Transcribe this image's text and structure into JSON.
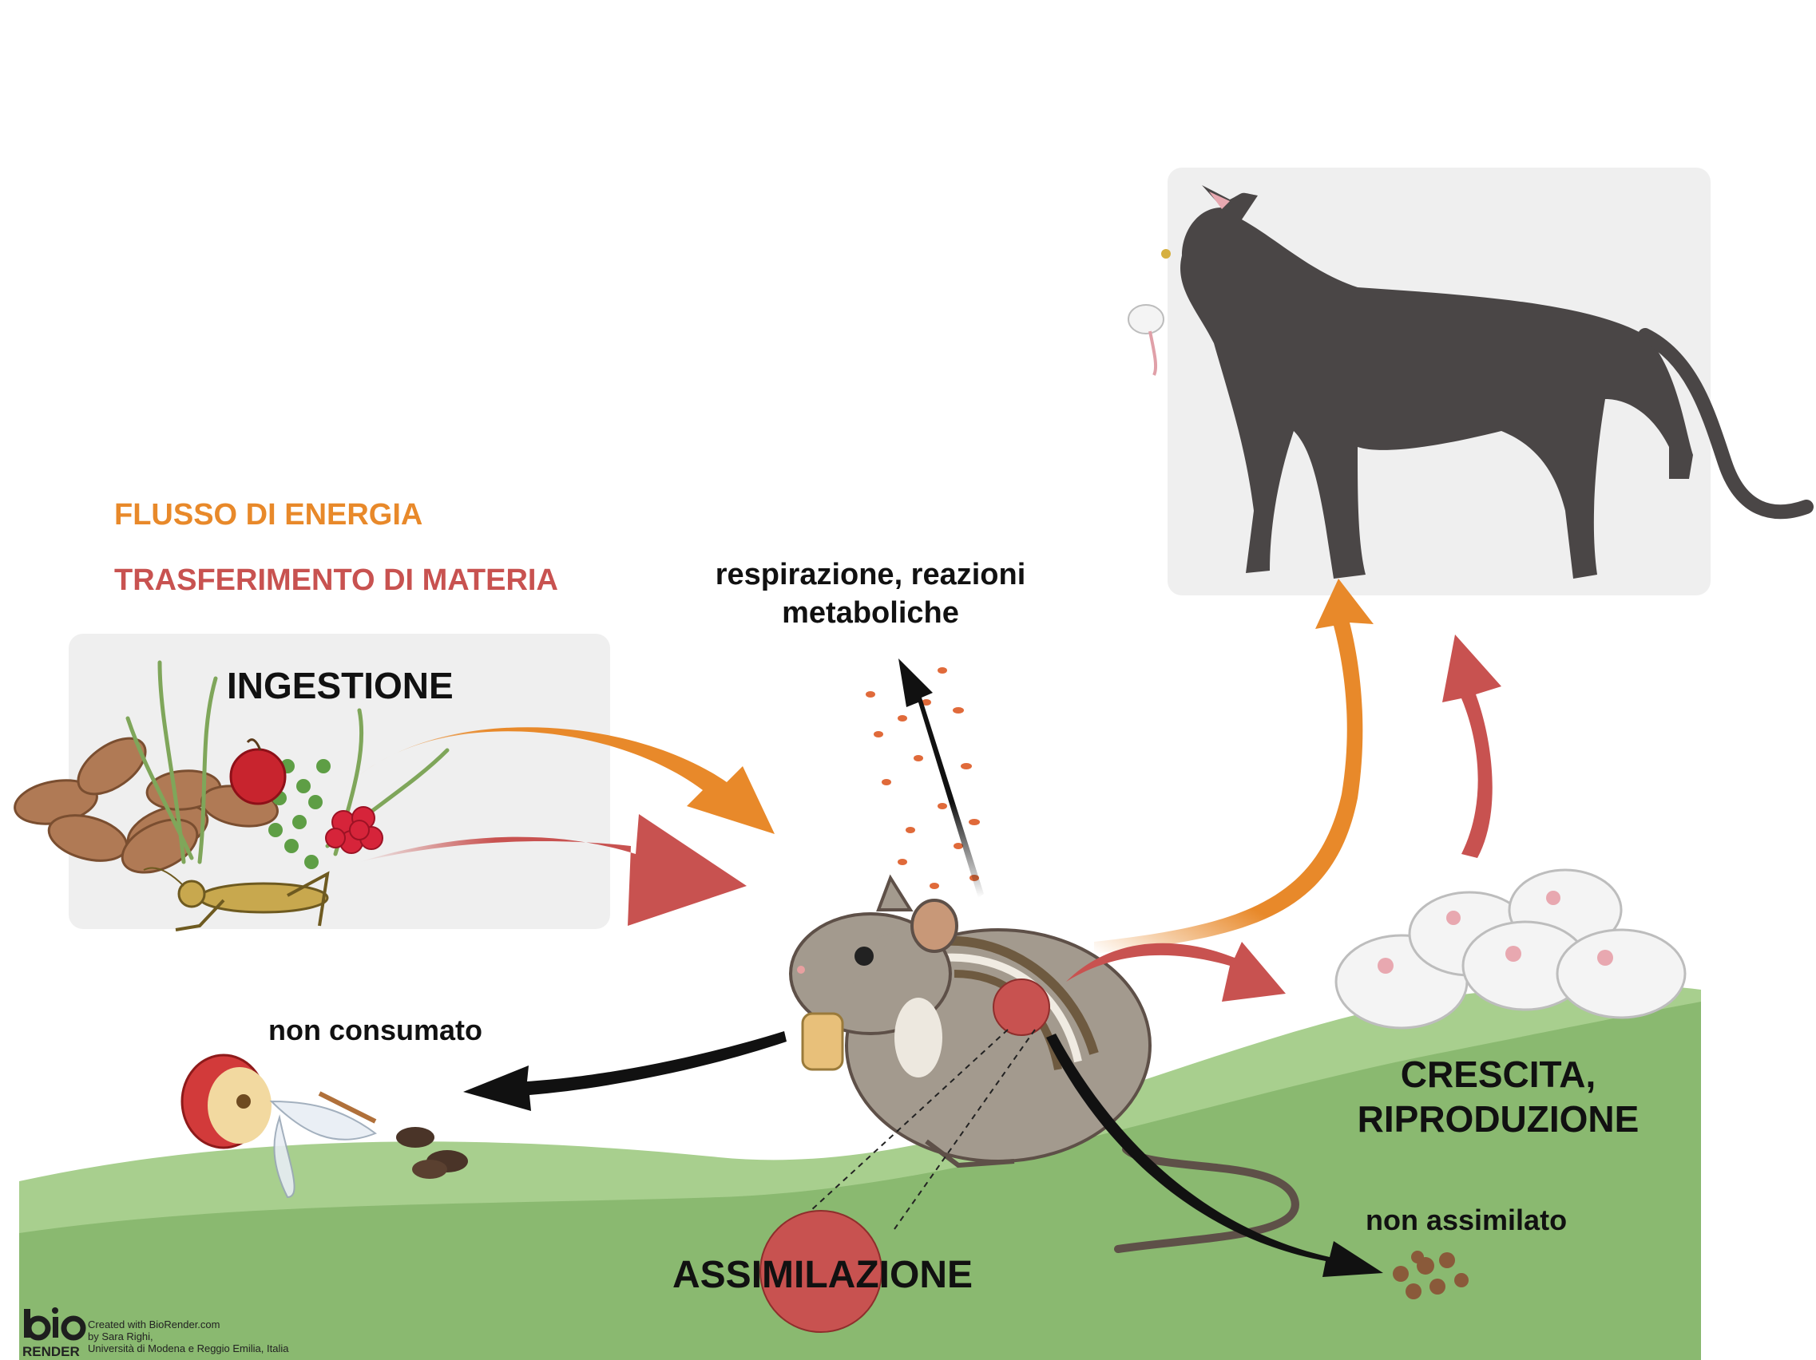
{
  "legend": {
    "energy_label": "FLUSSO DI ENERGIA",
    "matter_label": "TRASFERIMENTO DI MATERIA"
  },
  "nodes": {
    "ingestion": "INGESTIONE",
    "respiration": "respirazione, reazioni metaboliche",
    "not_consumed": "non consumato",
    "growth": "CRESCITA, RIPRODUZIONE",
    "not_assimilated": "non assimilato",
    "assimilation": "ASSIMILAZIONE"
  },
  "footer": {
    "logo_text": "bio",
    "logo_sub": "RENDER",
    "credit_line1": "Created with BioRender.com",
    "credit_line2": "by Sara Righi,",
    "credit_line3": "Università di Modena e Reggio Emilia, Italia"
  },
  "colors": {
    "energy": "#E8892A",
    "matter": "#C85250",
    "panel": "#EFEFEF",
    "ground_light": "#A8CF8E",
    "ground_dark": "#8AB970",
    "arrow_black": "#111111"
  }
}
